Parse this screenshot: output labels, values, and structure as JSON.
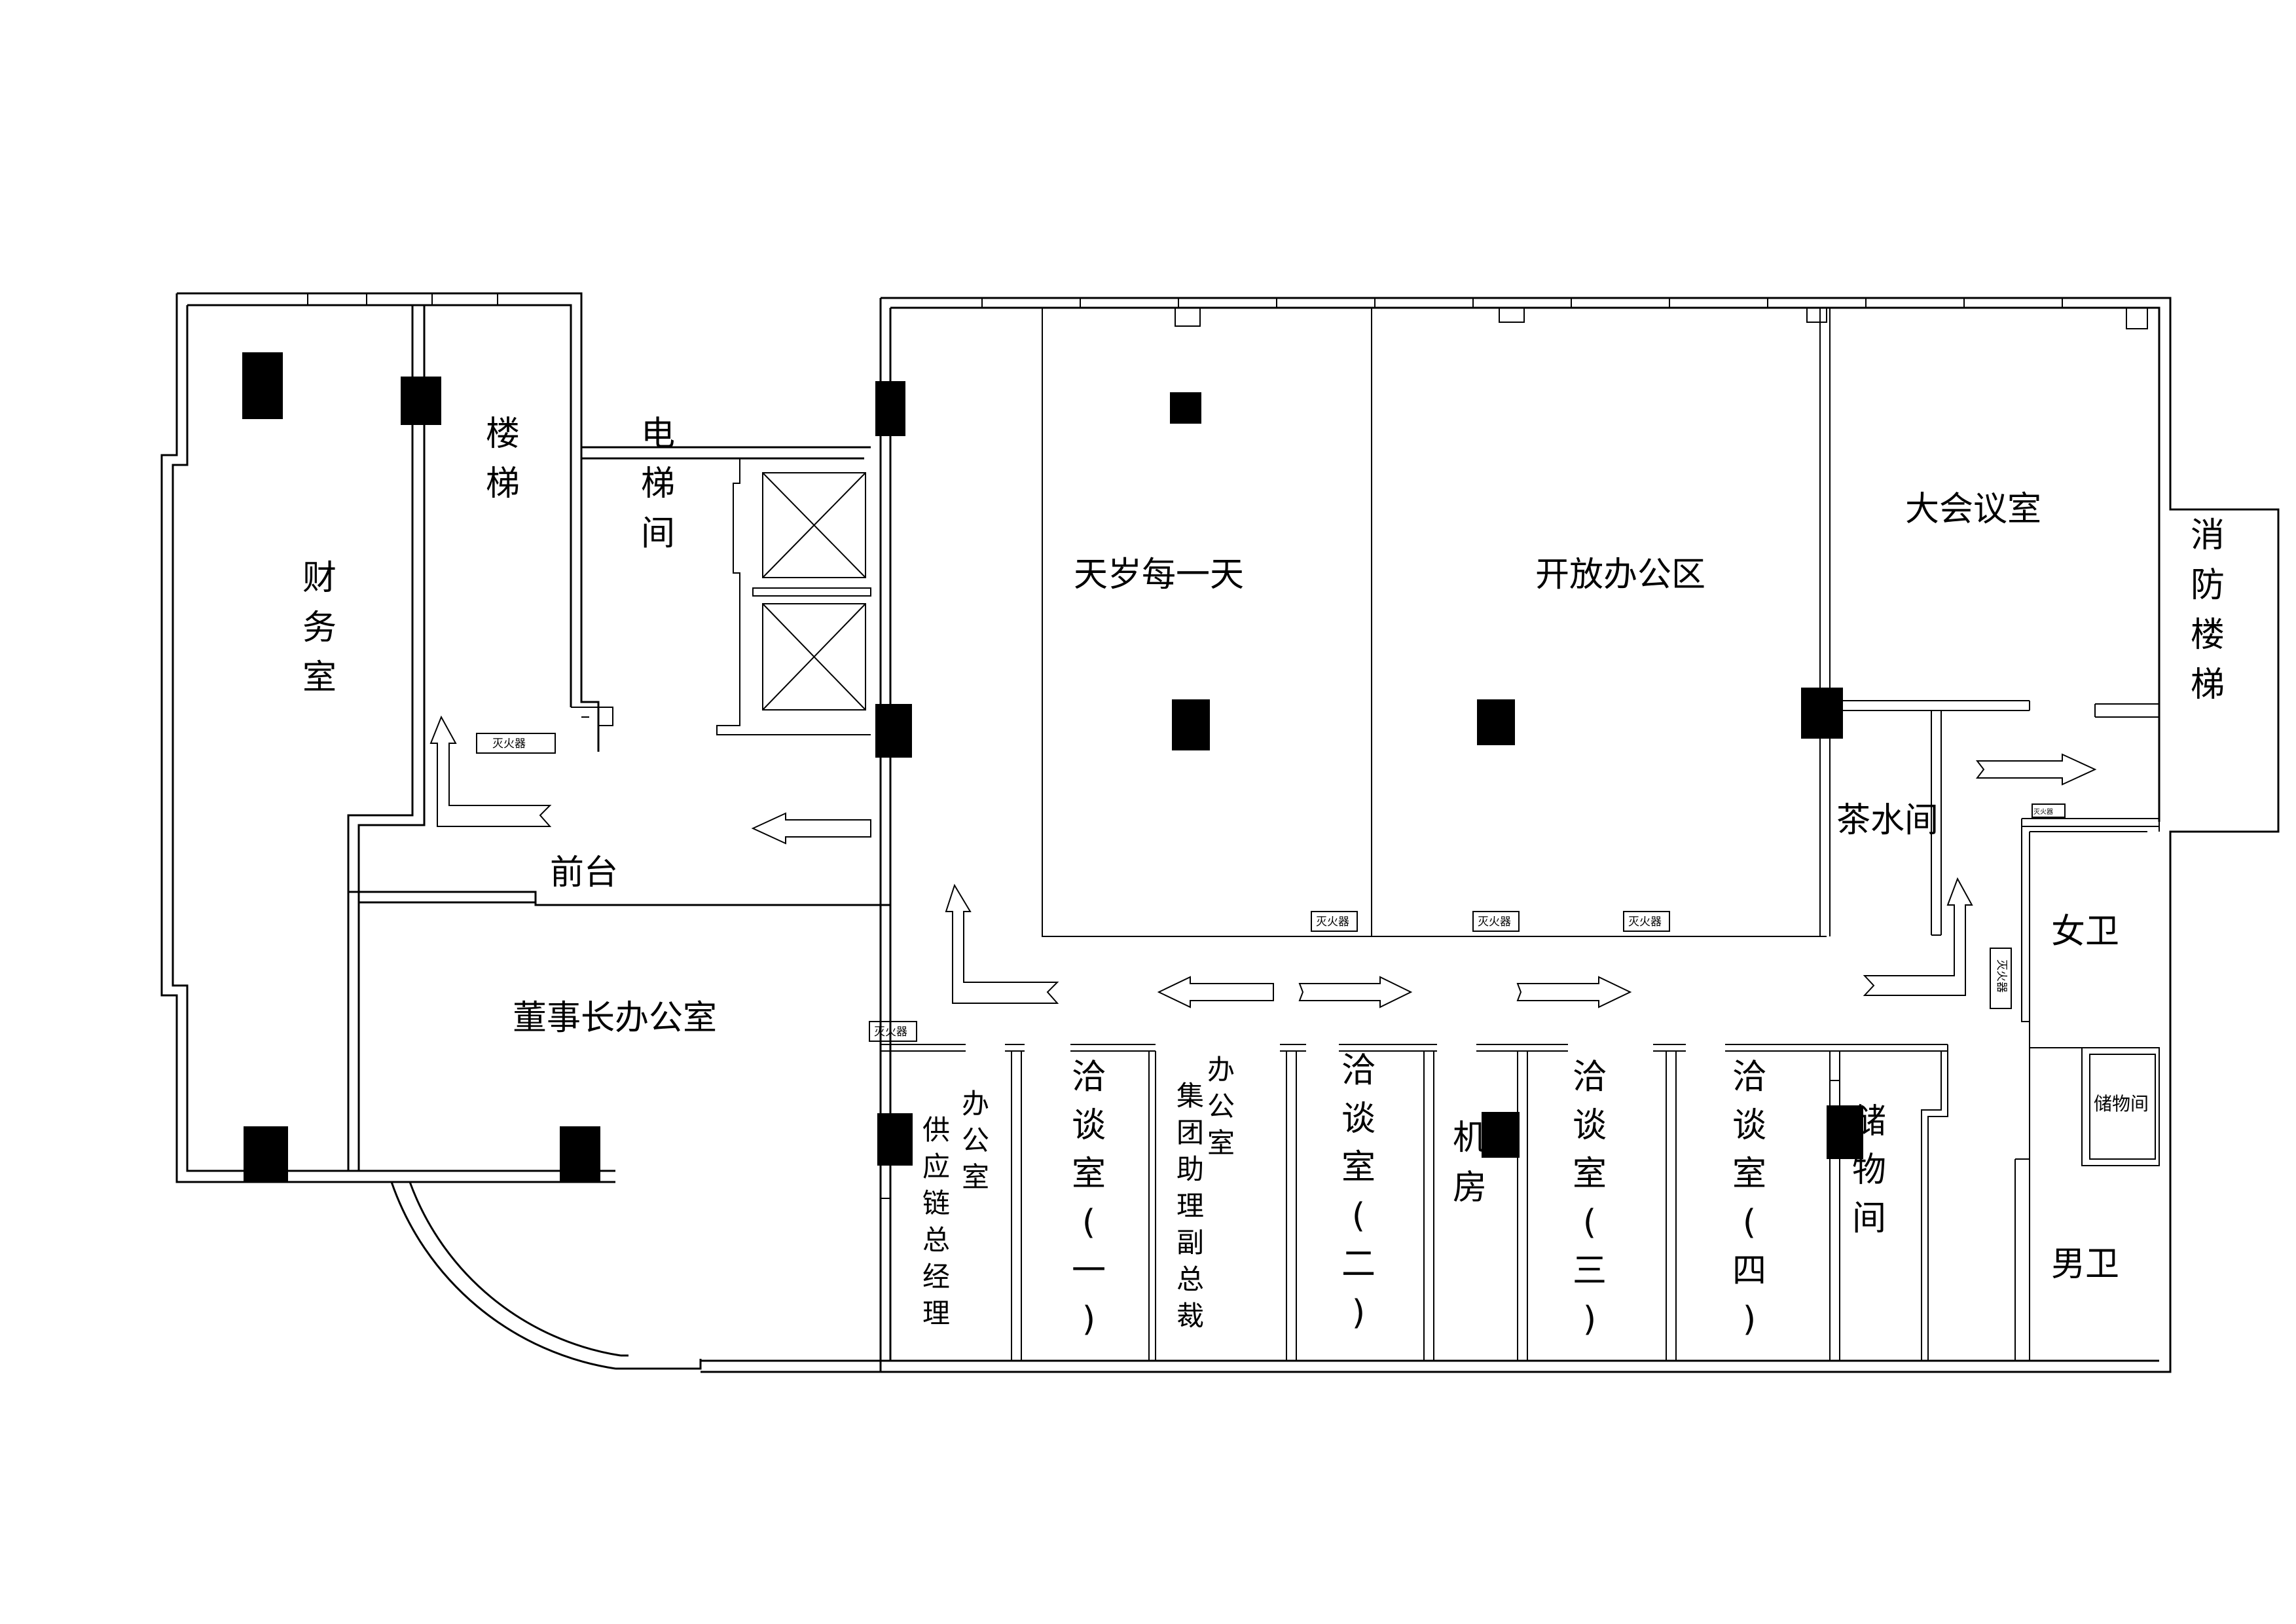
{
  "rooms": {
    "finance": "财务室",
    "stairs": "楼梯",
    "elevator": "电梯间",
    "reception": "前台",
    "chairman": "董事长办公室",
    "tiansui": "天岁每一天",
    "open_office": "开放办公区",
    "conference": "大会议室",
    "fire_stairs": "消防楼梯",
    "tea": "茶水间",
    "female_wc": "女卫",
    "male_wc": "男卫",
    "storage_small": "储物间",
    "storage": "储物间",
    "server": "机房",
    "supply_chain": "供应链总经理办公室",
    "group_vp": "集团助理副总裁办公室",
    "meeting_1": "洽谈室(一)",
    "meeting_2": "洽谈室(二)",
    "meeting_3": "洽谈室(三)",
    "meeting_4": "洽谈室(四)"
  },
  "extinguisher_label": "灭火器"
}
